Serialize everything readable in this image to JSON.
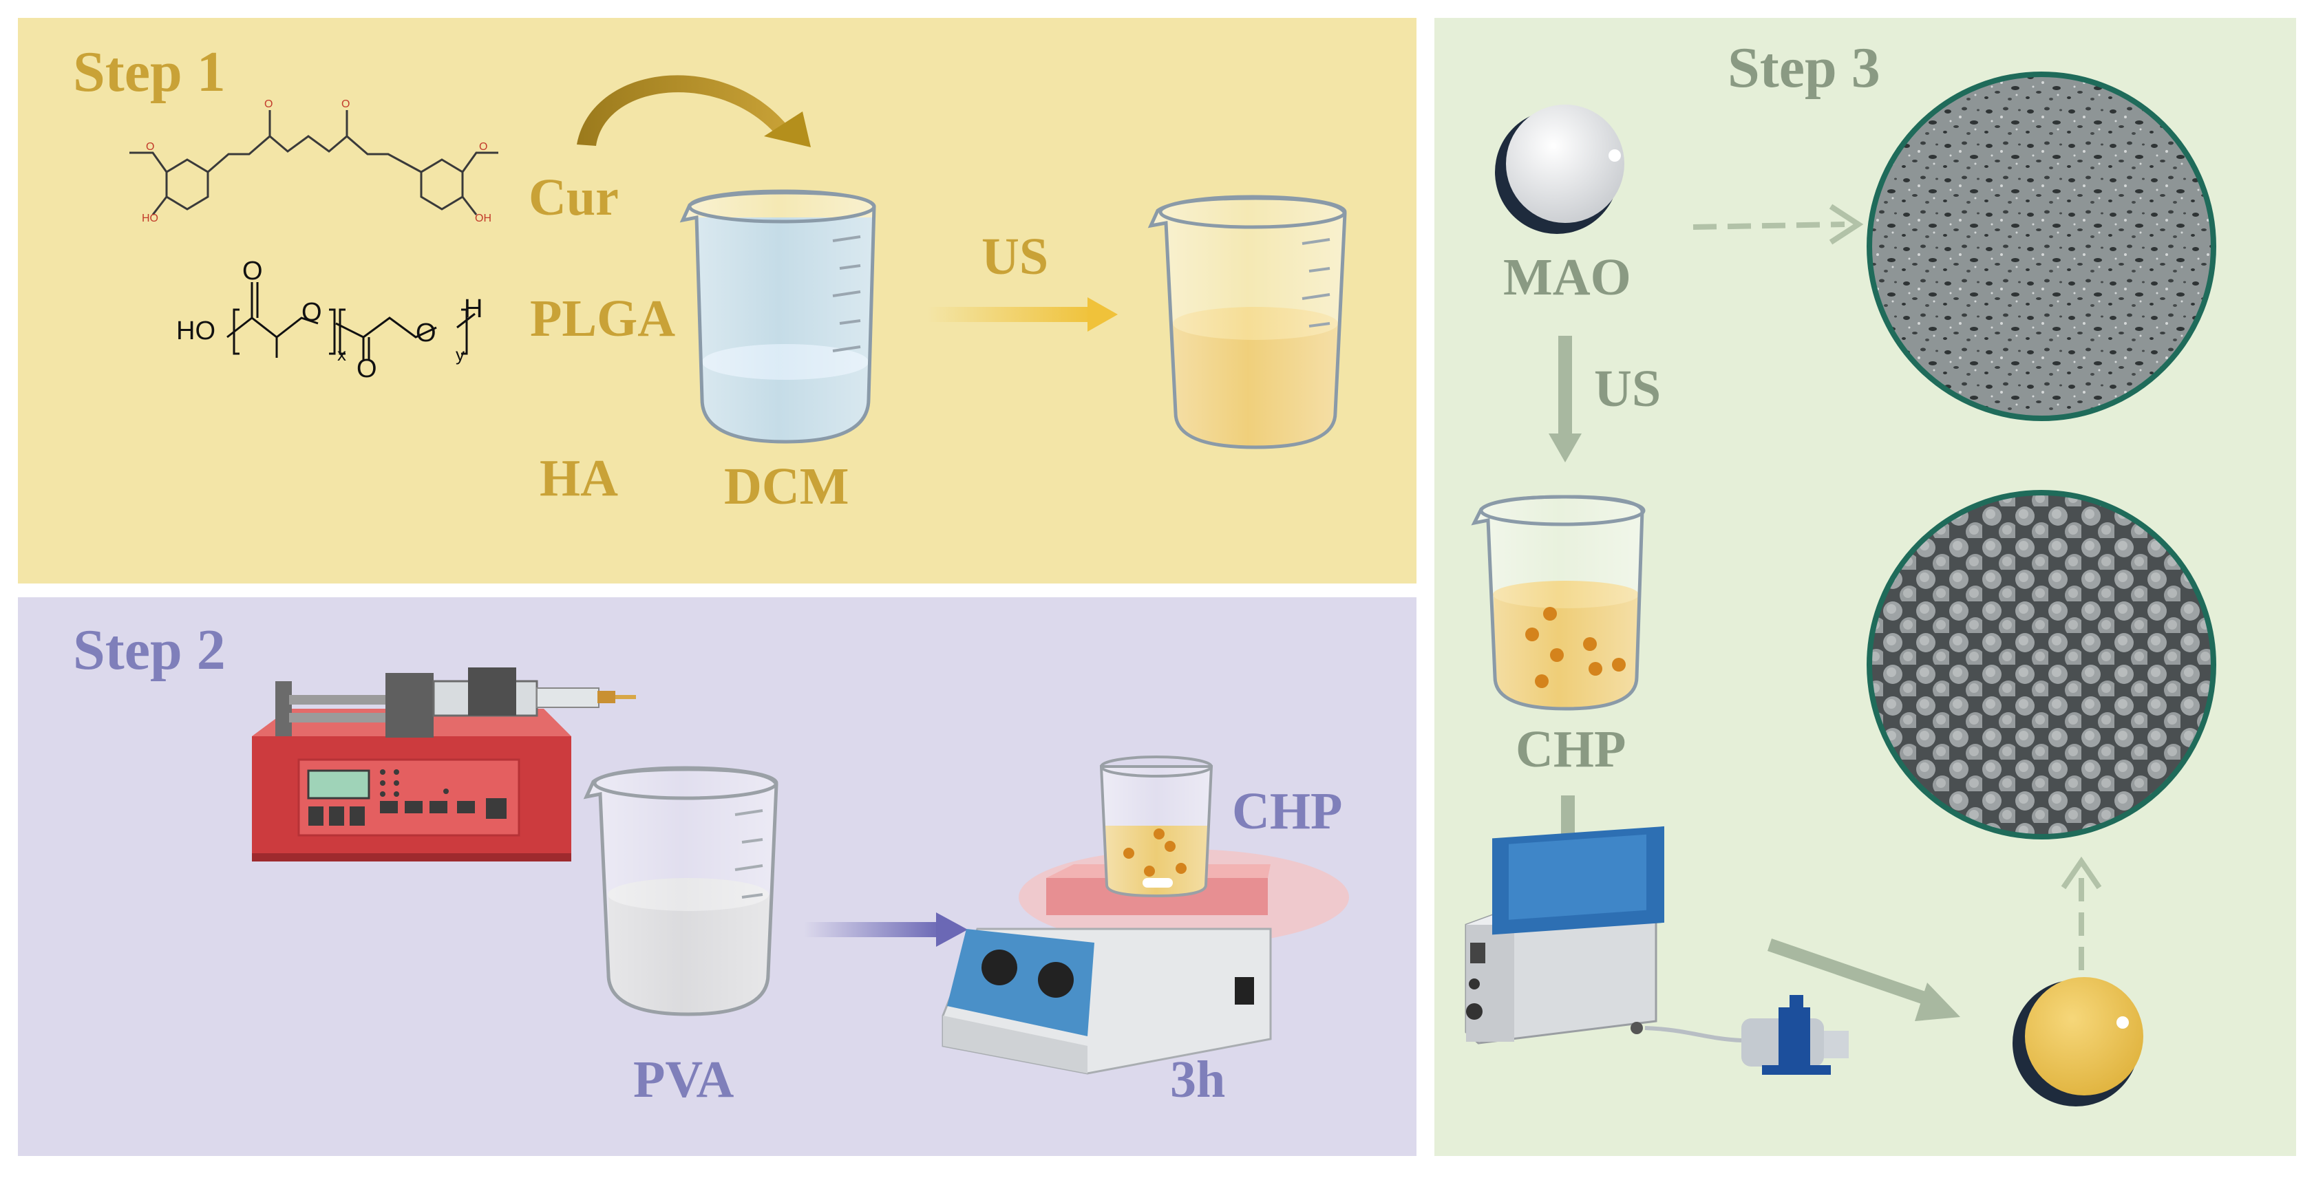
{
  "step1": {
    "title": "Step 1",
    "labels": {
      "cur": "Cur",
      "plga": "PLGA",
      "ha": "HA",
      "dcm": "DCM",
      "us": "US"
    },
    "molecule_text": {
      "ho": "HO",
      "h": "H",
      "x": "x",
      "y": "y"
    }
  },
  "step2": {
    "title": "Step 2",
    "labels": {
      "pva": "PVA",
      "chp": "CHP",
      "time": "3h"
    }
  },
  "step3": {
    "title": "Step 3",
    "labels": {
      "mao": "MAO",
      "us": "US",
      "chp": "CHP"
    }
  },
  "colors": {
    "step1_bg": "#f3e5a7",
    "step2_bg": "#dcd9ec",
    "step3_bg": "#e5efd8",
    "step1_text": "#c9a237",
    "step2_text": "#7f7fba",
    "step3_text": "#8a9a83",
    "sem_border": "#1f6b5a"
  }
}
